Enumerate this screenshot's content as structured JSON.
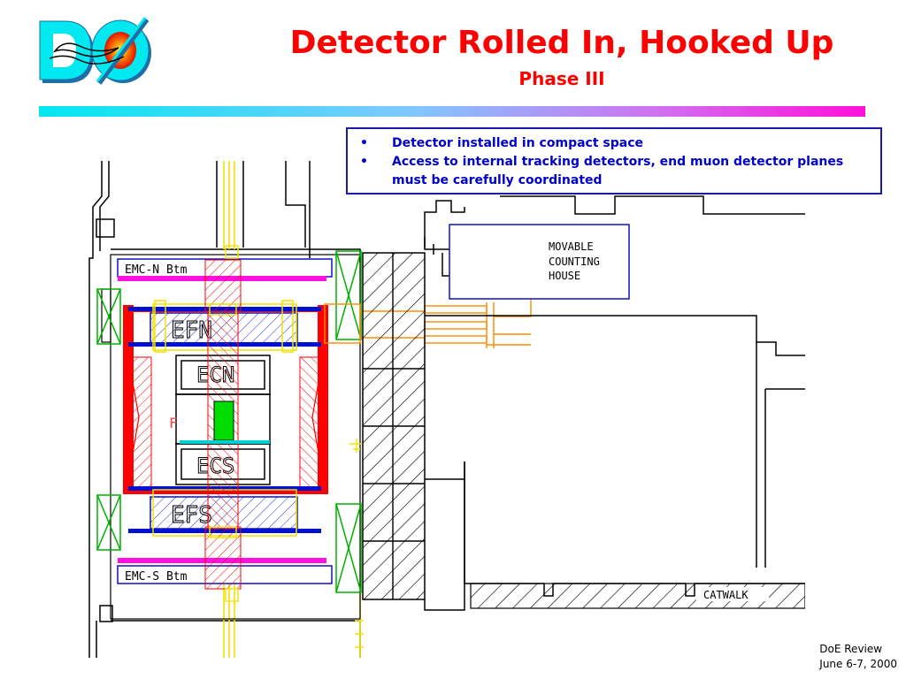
{
  "title": "Detector Rolled In, Hooked Up",
  "subtitle": "Phase III",
  "bullets": [
    {
      "bullet": "•",
      "text": "Detector installed in compact space"
    },
    {
      "bullet": "•",
      "text": "Access to internal tracking detectors, end muon detector planes must be carefully coordinated"
    }
  ],
  "drawing_labels": {
    "emc_n": "EMC-N Btm",
    "emc_s": "EMC-S Btm",
    "efn": "EFN",
    "ecn": "ECN",
    "ecs": "ECS",
    "efs": "EFS",
    "house_line1": "MOVABLE",
    "house_line2": "COUNTING",
    "house_line3": "HOUSE",
    "catwalk": "CATWALK"
  },
  "footer": {
    "line1": "DoE Review",
    "line2": "June 6-7, 2000"
  },
  "colors": {
    "title": "#ff0000",
    "bullet_text": "#0000cc",
    "border": "#1a1aa8"
  }
}
